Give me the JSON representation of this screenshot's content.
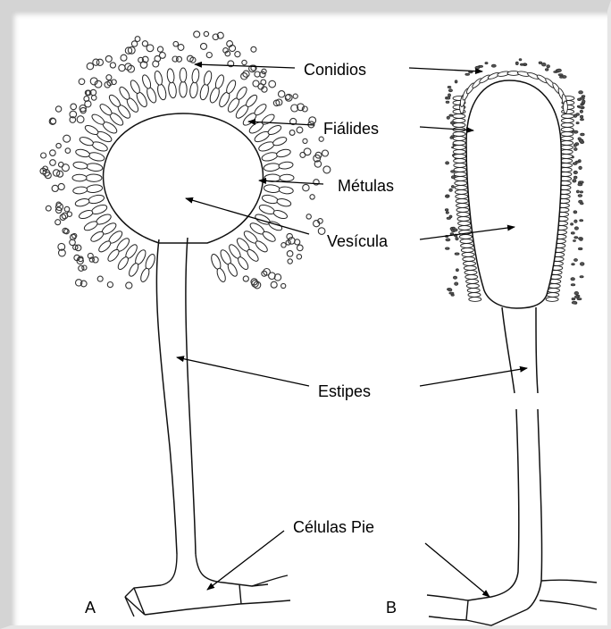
{
  "labels": {
    "conidios": "Conidios",
    "fialides": "Fiálides",
    "metulas": "Métulas",
    "vesicula": "Vesícula",
    "estipes": "Estipes",
    "celulas_pie": "Células Pie"
  },
  "panels": {
    "a": "A",
    "b": "B"
  }
}
